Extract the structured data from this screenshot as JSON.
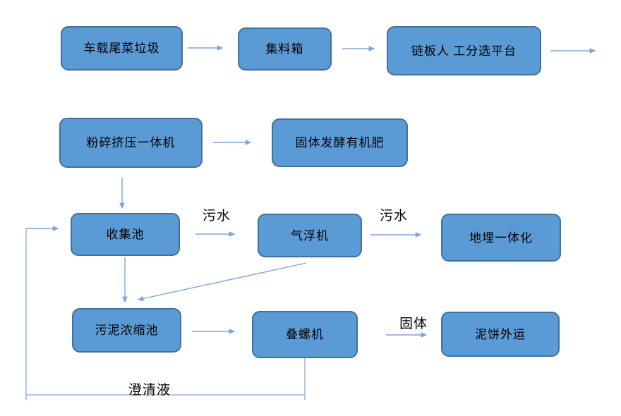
{
  "colors": {
    "node_fill": "#5B9BD5",
    "node_border": "#41719C",
    "connector": "#7CA6D8",
    "text": "#000000",
    "background": "#FFFFFF"
  },
  "nodes": {
    "vehicle_waste": "车载尾菜垃圾",
    "collection_box": "集料箱",
    "sorting_platform": "链板人 工分选平台",
    "crusher_press": "粉碎挤压一体机",
    "solid_fermentation_fertilizer": "固体发酵有机肥",
    "collection_pool": "收集池",
    "air_flotation": "气浮机",
    "buried_integrated": "地埋一体化",
    "sludge_thickening_pool": "污泥浓缩池",
    "stacked_screw_machine": "叠螺机",
    "mud_cake_transport": "泥饼外运"
  },
  "edge_labels": {
    "sewage_1": "污水",
    "sewage_2": "污水",
    "solid": "固体",
    "clarified_liquid": "澄清液"
  },
  "edges": [
    {
      "from": "vehicle_waste",
      "to": "collection_box",
      "label": ""
    },
    {
      "from": "collection_box",
      "to": "sorting_platform",
      "label": ""
    },
    {
      "from": "sorting_platform",
      "to": "offscreen_right",
      "label": ""
    },
    {
      "from": "crusher_press",
      "to": "solid_fermentation_fertilizer",
      "label": ""
    },
    {
      "from": "crusher_press",
      "to": "collection_pool",
      "label": ""
    },
    {
      "from": "collection_pool",
      "to": "air_flotation",
      "label": "污水"
    },
    {
      "from": "air_flotation",
      "to": "buried_integrated",
      "label": "污水"
    },
    {
      "from": "collection_pool",
      "to": "sludge_thickening_pool",
      "label": ""
    },
    {
      "from": "air_flotation",
      "to": "sludge_thickening_pool",
      "label": ""
    },
    {
      "from": "sludge_thickening_pool",
      "to": "stacked_screw_machine",
      "label": ""
    },
    {
      "from": "stacked_screw_machine",
      "to": "mud_cake_transport",
      "label": "固体"
    },
    {
      "from": "stacked_screw_machine",
      "to": "collection_pool",
      "label": "澄清液"
    }
  ]
}
